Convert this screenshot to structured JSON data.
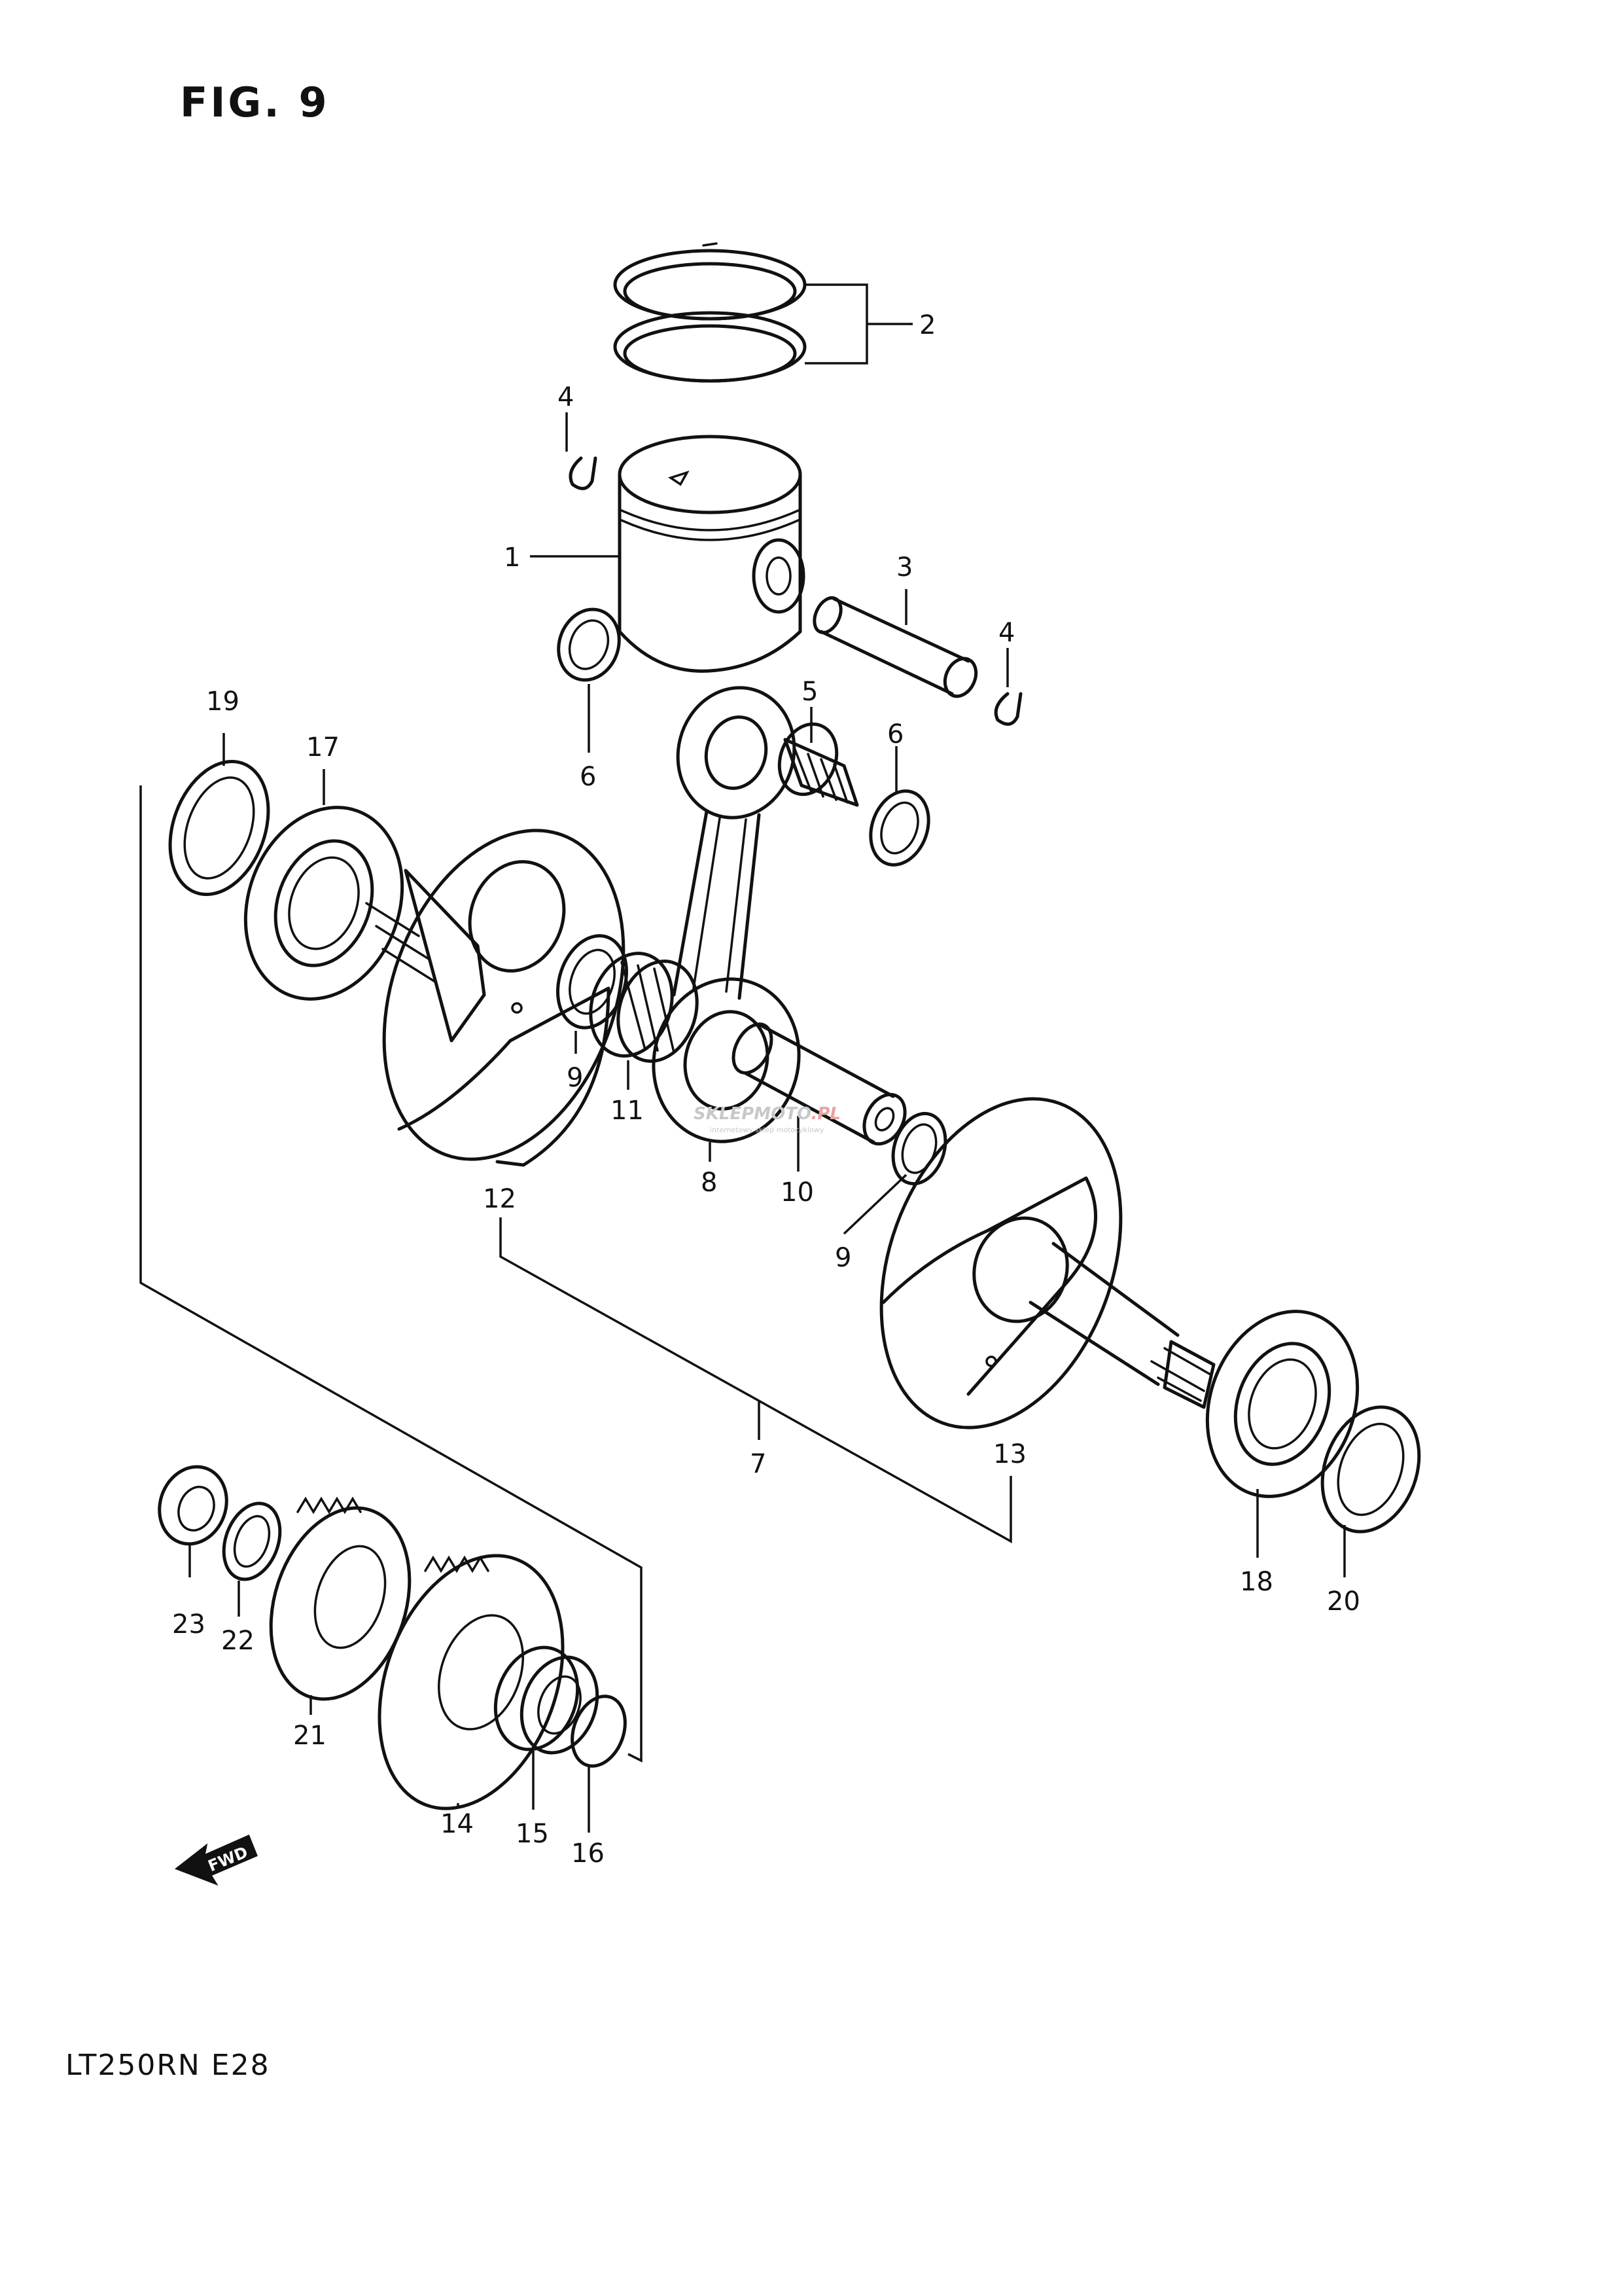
{
  "figure_title": "FIG. 9",
  "model_code": "LT250RN  E28",
  "watermark": {
    "brand_a": "SKLEPMOTO",
    "brand_b": ".PL",
    "tagline": "internetowy sklep motocyklowy"
  },
  "fwd_label": "FWD",
  "callouts": {
    "c1": "1",
    "c2": "2",
    "c3": "3",
    "c4a": "4",
    "c4b": "4",
    "c5": "5",
    "c6a": "6",
    "c6b": "6",
    "c7": "7",
    "c8": "8",
    "c9a": "9",
    "c9b": "9",
    "c10": "10",
    "c11": "11",
    "c12": "12",
    "c13": "13",
    "c14": "14",
    "c15": "15",
    "c16": "16",
    "c17": "17",
    "c18": "18",
    "c19": "19",
    "c20": "20",
    "c21": "21",
    "c22": "22",
    "c23": "23"
  },
  "colors": {
    "ink": "#111111",
    "paper": "#ffffff",
    "watermark_gray": "#c8c8c8",
    "watermark_red": "#e9a3a3"
  }
}
